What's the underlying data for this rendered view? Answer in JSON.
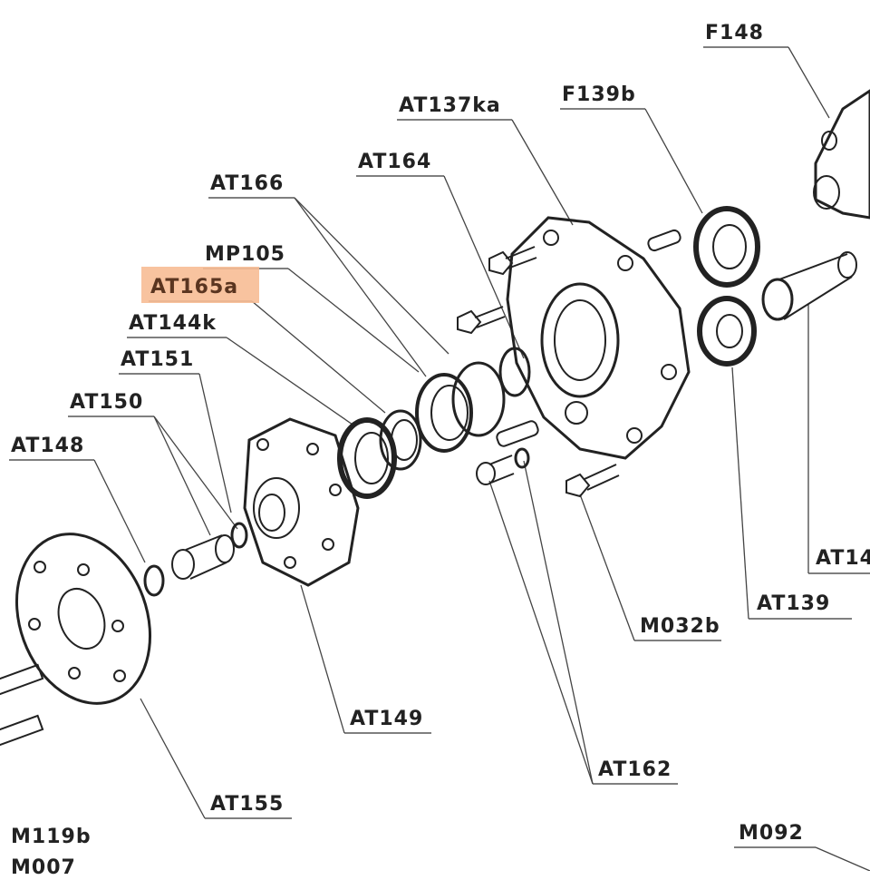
{
  "diagram": {
    "title": "Exploded parts diagram",
    "highlight_color": "#f7bd95",
    "labels": {
      "f148": "F148",
      "at137ka": "AT137ka",
      "f139b": "F139b",
      "at164": "AT164",
      "at166": "AT166",
      "mp105": "MP105",
      "at165a": "AT165a",
      "at144k": "AT144k",
      "at151": "AT151",
      "at150": "AT150",
      "at148": "AT148",
      "at149": "AT149",
      "at155": "AT155",
      "m119b": "M119b",
      "m007": "M007",
      "at162": "AT162",
      "m032b": "M032b",
      "at139": "AT139",
      "at14x": "AT14",
      "m092": "M092"
    },
    "highlighted_label": "AT165a"
  }
}
